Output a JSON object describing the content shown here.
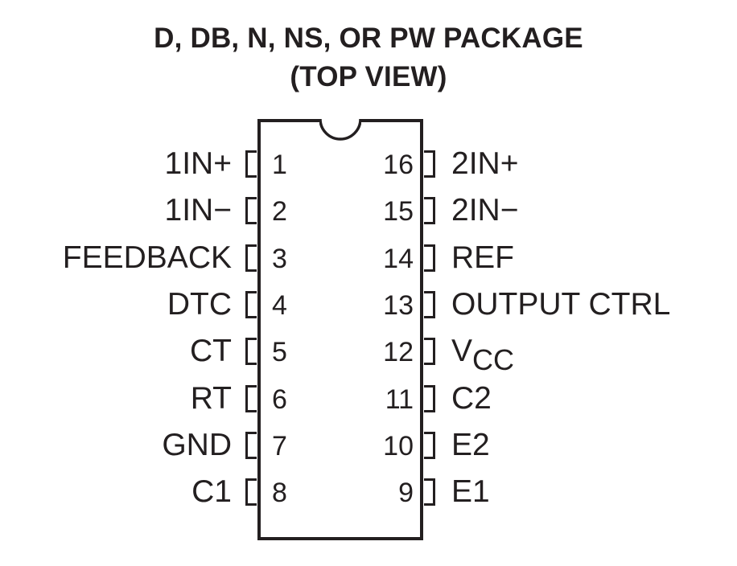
{
  "title": {
    "line1": "D, DB, N, NS, OR PW PACKAGE",
    "line2": "(TOP VIEW)"
  },
  "pins_left": [
    {
      "number": "1",
      "label": "1IN+"
    },
    {
      "number": "2",
      "label": "1IN−"
    },
    {
      "number": "3",
      "label": "FEEDBACK"
    },
    {
      "number": "4",
      "label": "DTC"
    },
    {
      "number": "5",
      "label": "CT"
    },
    {
      "number": "6",
      "label": "RT"
    },
    {
      "number": "7",
      "label": "GND"
    },
    {
      "number": "8",
      "label": "C1"
    }
  ],
  "pins_right": [
    {
      "number": "16",
      "label": "2IN+"
    },
    {
      "number": "15",
      "label": "2IN−"
    },
    {
      "number": "14",
      "label": "REF"
    },
    {
      "number": "13",
      "label": "OUTPUT CTRL"
    },
    {
      "number": "12",
      "label": "V",
      "label_sub": "CC"
    },
    {
      "number": "11",
      "label": "C2"
    },
    {
      "number": "10",
      "label": "E2"
    },
    {
      "number": "9",
      "label": "E1"
    }
  ]
}
